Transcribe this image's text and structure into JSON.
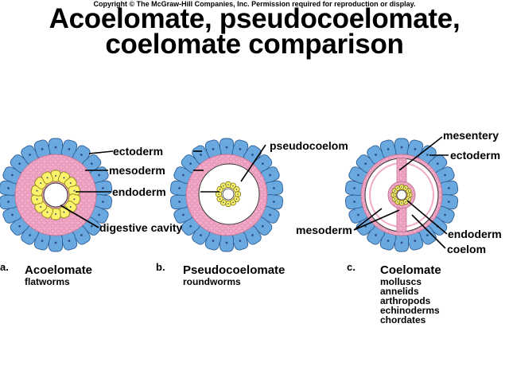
{
  "copyright": "Copyright © The McGraw-Hill Companies, Inc. Permission required for reproduction or display.",
  "title": {
    "line1": "Acoelomate, pseudocoelomate,",
    "line2": "coelomate comparison"
  },
  "colors": {
    "ectoderm": "#6aa8e0",
    "mesoderm": "#f2aac8",
    "endoderm": "#fdf36a",
    "cavity": "#ffffff",
    "outline": "#333333"
  },
  "diagrams": {
    "a": {
      "labels": {
        "ectoderm": "ectoderm",
        "mesoderm": "mesoderm",
        "endoderm": "endoderm",
        "digestive_cavity": "digestive cavity"
      },
      "caption": {
        "letter": "a.",
        "name": "Acoelomate",
        "examples": [
          "flatworms"
        ]
      }
    },
    "b": {
      "labels": {
        "pseudocoelom": "pseudocoelom"
      },
      "caption": {
        "letter": "b.",
        "name": "Pseudocoelomate",
        "examples": [
          "roundworms"
        ]
      }
    },
    "c": {
      "labels": {
        "mesentery": "mesentery",
        "ectoderm": "ectoderm",
        "mesoderm": "mesoderm",
        "endoderm": "endoderm",
        "coelom": "coelom"
      },
      "caption": {
        "letter": "c.",
        "name": "Coelomate",
        "examples": [
          "molluscs",
          "annelids",
          "arthropods",
          "echinoderms",
          "chordates"
        ]
      }
    }
  }
}
